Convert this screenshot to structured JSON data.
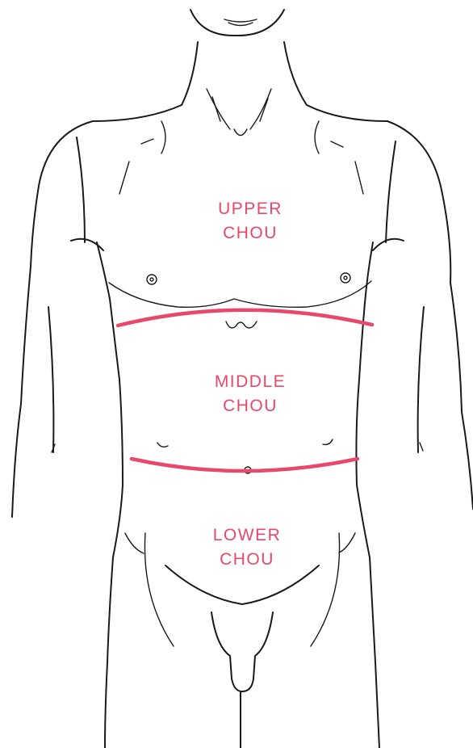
{
  "colors": {
    "line": "#1a1a1a",
    "accent": "#e8486a"
  },
  "regions": {
    "upper": {
      "line1": "UPPER",
      "line2": "CHOU"
    },
    "middle": {
      "line1": "MIDDLE",
      "line2": "CHOU"
    },
    "lower": {
      "line1": "LOWER",
      "line2": "CHOU"
    }
  }
}
